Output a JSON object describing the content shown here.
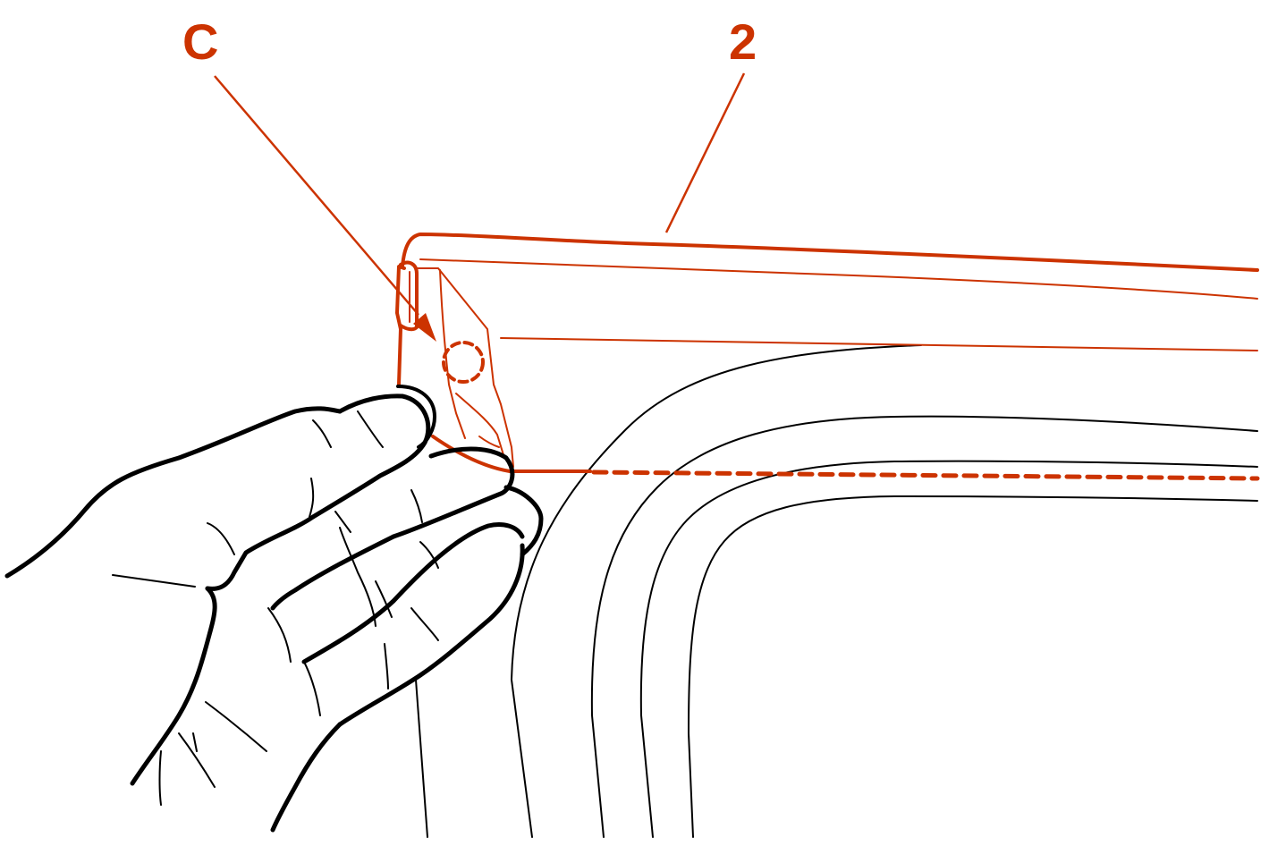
{
  "callouts": {
    "label_c": "C",
    "label_2": "2"
  },
  "colors": {
    "highlight": "#cc3300",
    "line": "#000000",
    "background": "#ffffff"
  },
  "depicted_parts": {
    "hand": "hand-drawing",
    "body_panel": "wheel-arch-panel",
    "trim_strip": "trim-molding",
    "clip": "retaining-clip"
  }
}
